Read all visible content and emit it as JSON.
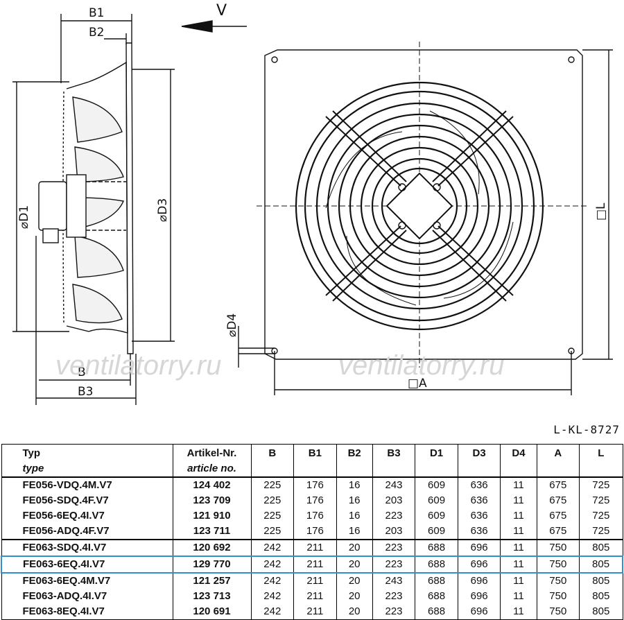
{
  "drawing": {
    "labels": {
      "b1": "B1",
      "b2": "B2",
      "v": "V",
      "d1": "⌀D1",
      "d3": "⌀D3",
      "d4": "⌀D4",
      "b": "B",
      "b3": "B3",
      "a": "□A",
      "l": "□L"
    },
    "watermark": "ventilatorry.ru",
    "reference": "L-KL-8727"
  },
  "table": {
    "headers": {
      "typ": "Typ",
      "typ_en": "type",
      "art": "Artikel-Nr.",
      "art_en": "article no.",
      "cols": [
        "B",
        "B1",
        "B2",
        "B3",
        "D1",
        "D3",
        "D4",
        "A",
        "L"
      ]
    },
    "rows": [
      {
        "typ": "FE056-VDQ.4M.V7",
        "art": "124 402",
        "vals": [
          "225",
          "176",
          "16",
          "243",
          "609",
          "636",
          "11",
          "675",
          "725"
        ]
      },
      {
        "typ": "FE056-SDQ.4F.V7",
        "art": "123 709",
        "vals": [
          "225",
          "176",
          "16",
          "203",
          "609",
          "636",
          "11",
          "675",
          "725"
        ]
      },
      {
        "typ": "FE056-6EQ.4I.V7",
        "art": "121 910",
        "vals": [
          "225",
          "176",
          "16",
          "223",
          "609",
          "636",
          "11",
          "675",
          "725"
        ]
      },
      {
        "typ": "FE056-ADQ.4F.V7",
        "art": "123 711",
        "vals": [
          "225",
          "176",
          "16",
          "203",
          "609",
          "636",
          "11",
          "675",
          "725"
        ]
      },
      {
        "typ": "FE063-SDQ.4I.V7",
        "art": "120 692",
        "vals": [
          "242",
          "211",
          "20",
          "223",
          "688",
          "696",
          "11",
          "750",
          "805"
        ]
      },
      {
        "typ": "FE063-6EQ.4I.V7",
        "art": "129 770",
        "vals": [
          "242",
          "211",
          "20",
          "223",
          "688",
          "696",
          "11",
          "750",
          "805"
        ]
      },
      {
        "typ": "FE063-6EQ.4M.V7",
        "art": "121 257",
        "vals": [
          "242",
          "211",
          "20",
          "243",
          "688",
          "696",
          "11",
          "750",
          "805"
        ]
      },
      {
        "typ": "FE063-ADQ.4I.V7",
        "art": "123 713",
        "vals": [
          "242",
          "211",
          "20",
          "223",
          "688",
          "696",
          "11",
          "750",
          "805"
        ]
      },
      {
        "typ": "FE063-8EQ.4I.V7",
        "art": "120 691",
        "vals": [
          "242",
          "211",
          "20",
          "223",
          "688",
          "696",
          "11",
          "750",
          "805"
        ]
      }
    ],
    "highlight_color": "#2f8fcf"
  }
}
